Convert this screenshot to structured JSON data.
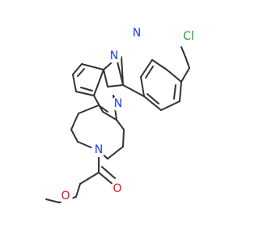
{
  "colors": {
    "bond": "#333333",
    "nitrogen": "#1f3df2",
    "oxygen": "#e81414",
    "chlorine": "#1e9e2a",
    "background": "#ffffff"
  },
  "atoms": {
    "n_pyridine": {
      "label": "N",
      "element": "nitrogen"
    },
    "cl": {
      "label": "Cl",
      "element": "chlorine"
    },
    "n_pyrrole": {
      "label": "N",
      "element": "nitrogen"
    },
    "n_diazepane_top": {
      "label": "N",
      "element": "nitrogen"
    },
    "n_diazepane_bottom": {
      "label": "N",
      "element": "nitrogen"
    },
    "o_carbonyl": {
      "label": "O",
      "element": "oxygen"
    },
    "o_ether": {
      "label": "O",
      "element": "oxygen"
    }
  }
}
